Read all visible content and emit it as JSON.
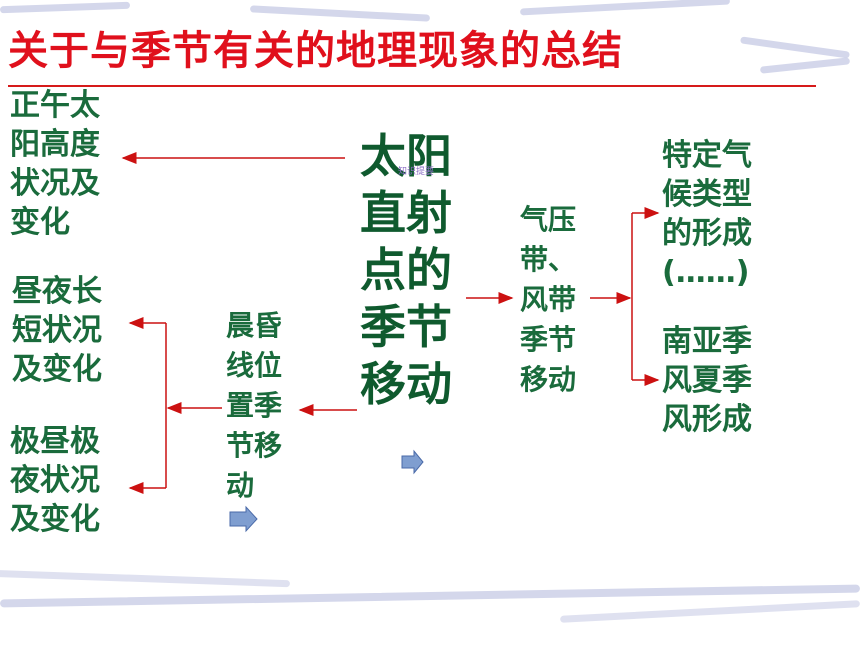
{
  "title": "关于与季节有关的地理现象的总结",
  "center": {
    "lines": [
      "太阳",
      "直射",
      "点的",
      "季节",
      "移动"
    ]
  },
  "center_note": "知识提要",
  "noon_sun": {
    "lines": [
      "正午太",
      "阳高度",
      "状况及",
      "变化"
    ]
  },
  "day_length": {
    "lines": [
      "昼夜长",
      "短状况",
      "及变化"
    ]
  },
  "polar_day": {
    "lines": [
      "极昼极",
      "夜状况",
      "及变化"
    ]
  },
  "terminator": {
    "lines": [
      "晨昏",
      "线位",
      "置季",
      "节移",
      "动"
    ]
  },
  "pressure": {
    "lines": [
      "气压",
      "带、",
      "风带",
      "季节",
      "移动"
    ]
  },
  "climate": {
    "lines": [
      "特定气",
      "候类型",
      "的形成",
      "(……)"
    ]
  },
  "monsoon": {
    "lines": [
      "南亚季",
      "风夏季",
      "风形成"
    ]
  },
  "colors": {
    "title": "#e0101c",
    "text": "#1a6b3c",
    "arrow": "#cc1111"
  }
}
